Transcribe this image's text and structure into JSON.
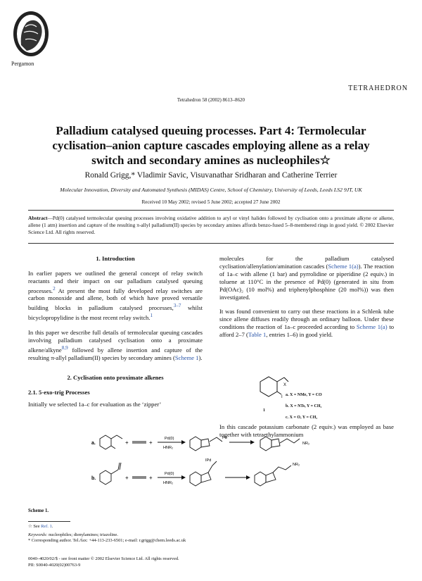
{
  "header": {
    "publisher": "Pergamon",
    "journal": "TETRAHEDRON",
    "citation": "Tetrahedron 58 (2002) 8613–8620"
  },
  "title_line1": "Palladium catalysed queuing processes. Part 4: Termolecular",
  "title_line2": "cyclisation–anion capture cascades employing allene as a relay",
  "title_line3": "switch and secondary amines as nucleophiles☆",
  "authors": "Ronald Grigg,* Vladimir Savic, Visuvanathar Sridharan and Catherine Terrier",
  "affiliation": "Molecular Innovation, Diversity and Automated Synthesis (MIDAS) Centre, School of Chemistry, University of Leeds, Leeds LS2 9JT, UK",
  "received": "Received 10 May 2002; revised 5 June 2002; accepted 27 June 2002",
  "abstract": {
    "label": "Abstract",
    "text": "—Pd(0) catalysed termolecular queuing processes involving oxidative addition to aryl or vinyl halides followed by cyclisation onto a proximate alkyne or alkene, allene (1 atm) insertion and capture of the resulting π-allyl palladium(II) species by secondary amines affords benzo-fused 5–8-membered rings in good yield. © 2002 Elsevier Science Ltd. All rights reserved."
  },
  "left_col": {
    "intro_heading": "1. Introduction",
    "p1_a": "In earlier papers we outlined the general concept of relay switch reactants and their impact on our palladium catalysed queuing processes.",
    "p1_sup1": "2",
    "p1_b": " At present the most fully developed relay switches are carbon monoxide and allene, both of which have proved versatile building blocks in palladium catalysed processes,",
    "p1_sup2": "3–7",
    "p1_c": " whilst bicyclopropylidine is the most recent relay switch.",
    "p1_sup3": "1",
    "p2_a": "In this paper we describe full details of termolecular queuing cascades involving palladium catalysed cyclisation onto a proximate alkene/alkyne",
    "p2_sup": "8,9",
    "p2_b": " followed by allene insertion and capture of the resulting π-allyl palladium(II) species by secondary amines (",
    "p2_link": "Scheme 1",
    "p2_c": ").",
    "sec2_heading": "2. Cyclisation onto proximate alkenes",
    "sub_heading": "2.1. 5-exo-trig Processes",
    "p3": "Initially we selected 1a–c for evaluation as the ‘zipper’"
  },
  "right_col": {
    "p1_a": "molecules for the palladium catalysed cyclisation/allenylation/amination cascades (",
    "p1_link1": "Scheme 1(a)",
    "p1_b": "). The reaction of 1a–c with allene (1 bar) and pyrrolidine or piperidine (2 equiv.) in toluene at 110°C in the presence of Pd(0) (generated in situ from Pd(OAc)₂ (10 mol%) and triphenylphosphine (20 mol%)) was then investigated.",
    "p2_a": "It was found convenient to carry out these reactions in a Schlenk tube since allene diffuses readily through an ordinary balloon. Under these conditions the reaction of 1a–c proceeded according to ",
    "p2_link1": "Scheme 1(a)",
    "p2_b": " to afford 2–7 (",
    "p2_link2": "Table 1",
    "p2_c": ", entries 1–6) in good yield.",
    "compound_label": "1",
    "compound_a": "a. X = NMe, Y = CO",
    "compound_b": "b. X = NTs, Y = CH₂",
    "compound_c": "c. X = O,    Y = CH₂",
    "p3": "In this cascade potassium carbonate (2 equiv.) was employed as base together with tetraethylammonium"
  },
  "scheme": {
    "row_a": "a.",
    "row_b": "b.",
    "pd0": "Pd(0)",
    "hnr2": "HNR₂",
    "pd_label": "Pd",
    "ipd_label": "IPd",
    "nr2": "NR₂",
    "caption": "Scheme 1."
  },
  "footnotes": {
    "star_a": "☆ See ",
    "star_link": "Ref. 1",
    "star_b": ".",
    "keywords_label": "Keywords:",
    "keywords": " nucleophiles; dienylamines; triazoline.",
    "corresponding": "* Corresponding author. Tel./fax: +44-113-233-6501; e-mail: r.grigg@chem.leeds.ac.uk"
  },
  "bottom": {
    "issn": "0040–4020/02/$ - see front matter © 2002 Elsevier Science Ltd. All rights reserved.",
    "pii": "PII: S0040-4020(02)00763-9"
  }
}
